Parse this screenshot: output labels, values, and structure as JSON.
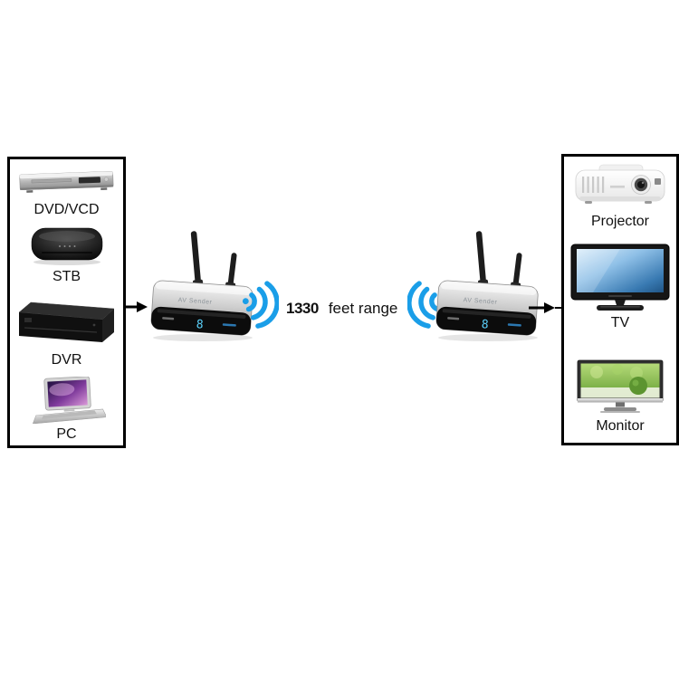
{
  "diagram": {
    "sources": {
      "items": [
        {
          "label": "DVD/VCD",
          "icon": "dvd-player-icon"
        },
        {
          "label": "STB",
          "icon": "set-top-box-icon"
        },
        {
          "label": "DVR",
          "icon": "dvr-icon"
        },
        {
          "label": "PC",
          "icon": "laptop-icon"
        }
      ]
    },
    "sinks": {
      "items": [
        {
          "label": "Projector",
          "icon": "projector-icon"
        },
        {
          "label": "TV",
          "icon": "tv-icon"
        },
        {
          "label": "Monitor",
          "icon": "monitor-icon"
        }
      ]
    },
    "range": {
      "distance": "1330",
      "unit": "feet range"
    },
    "transmitter": {
      "name": "AV Sender",
      "display": "8"
    },
    "receiver": {
      "name": "AV Sender",
      "display": "8"
    },
    "colors": {
      "wifi_blue": "#1a9ee8",
      "led_cyan": "#5ad0fa",
      "outline": "#000000"
    }
  }
}
